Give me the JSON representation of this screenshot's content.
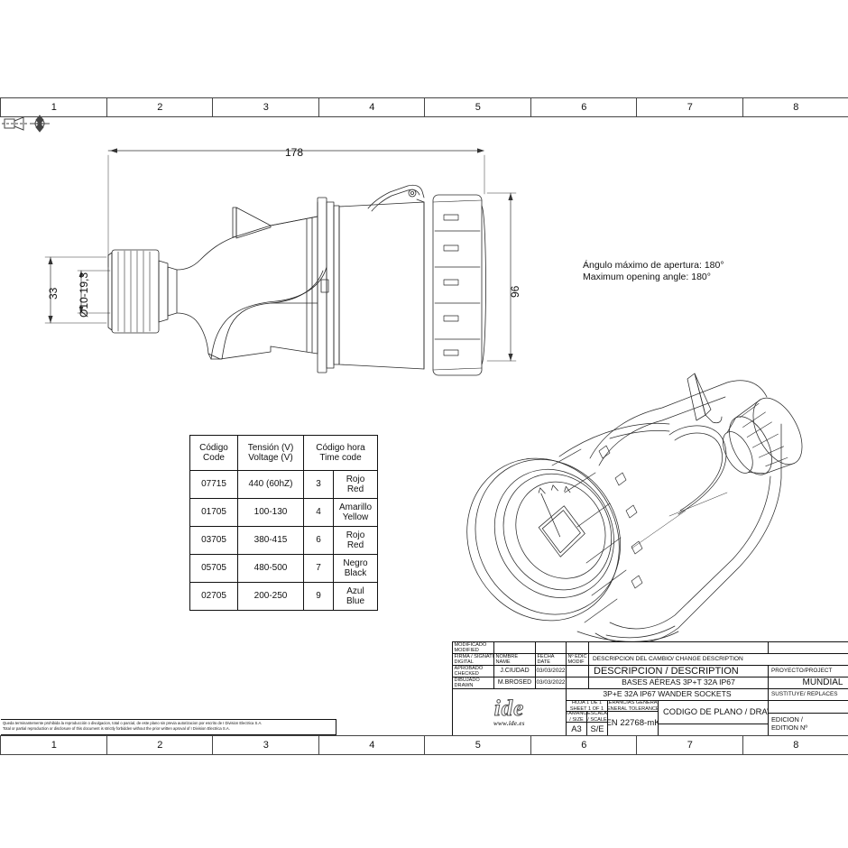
{
  "sheet": {
    "top_ruler": [
      "1",
      "2",
      "3",
      "4",
      "5",
      "6",
      "7",
      "8"
    ],
    "bottom_ruler": [
      "1",
      "2",
      "3",
      "4",
      "5",
      "6",
      "7",
      "8"
    ],
    "projection_symbol_icon": "first-angle-projection-icon",
    "center_mark_icon": "center-target-icon"
  },
  "drawing": {
    "dimensions": {
      "length": "178",
      "height": "96",
      "gland_height": "33",
      "cable_range": "Ø10-19,3"
    },
    "notes": {
      "line_es": "Ángulo máximo de apertura: 180°",
      "line_en": "Maximum opening angle: 180°"
    }
  },
  "code_table": {
    "headers": {
      "code_es": "Código",
      "code_en": "Code",
      "voltage_es": "Tensión (V)",
      "voltage_en": "Voltage (V)",
      "time_es": "Código hora",
      "time_en": "Time code"
    },
    "rows": [
      {
        "code": "07715",
        "voltage": "440 (60hZ)",
        "hour": "3",
        "color_es": "Rojo",
        "color_en": "Red"
      },
      {
        "code": "01705",
        "voltage": "100-130",
        "hour": "4",
        "color_es": "Amarillo",
        "color_en": "Yellow"
      },
      {
        "code": "03705",
        "voltage": "380-415",
        "hour": "6",
        "color_es": "Rojo",
        "color_en": "Red"
      },
      {
        "code": "05705",
        "voltage": "480-500",
        "hour": "7",
        "color_es": "Negro",
        "color_en": "Black"
      },
      {
        "code": "02705",
        "voltage": "200-250",
        "hour": "9",
        "color_es": "Azul",
        "color_en": "Blue"
      }
    ]
  },
  "title_block": {
    "modified_es": "MODIFICADO",
    "modified_en": "MODIFIED",
    "signature_es": "FIRMA / SIGNATURE",
    "signature_en": "DIGITAL",
    "name_es": "NOMBRE",
    "name_en": "NAME",
    "date_es": "FECHA",
    "date_en": "DATE",
    "edic_es": "Nº EDIC",
    "edic_en": "MODIF",
    "change_description": "DESCRIPCION DEL CAMBIO/  CHANGE DESCRIPTION",
    "checked_es": "APROBADO",
    "checked_en": "CHECKED",
    "checked_name": "J.CIUDAD",
    "checked_date": "03/03/2022",
    "drawn_es": "DIBUJADO",
    "drawn_en": "DRAWN",
    "drawn_name": "M.BROSED",
    "drawn_date": "03/03/2022",
    "description_header": "DESCRIPCION / DESCRIPTION",
    "description_es": "BASES AÉREAS 3P+T 32A IP67",
    "description_en": "3P+E 32A IP67 WANDER  SOCKETS",
    "drawing_code_header": "CODIGO DE PLANO / DRAWING CODE",
    "sheet_es": "HOJA 1 DE 1",
    "sheet_en": "SHEET 1 OF 1",
    "tolerances_es": "TOLERANCIAS GENERALES",
    "tolerances_en": "GENERAL TOLERANCES",
    "size_es": "TAMAÑO",
    "size_en": "/ SIZE",
    "scale_es": "ESCALA",
    "scale_en": "/ SCALE",
    "size_value": "A3",
    "scale_value": "S/E",
    "tolerance_standard": "EN 22768-mK",
    "project_label": "PROYECTO/PROJECT",
    "project_value": "MUNDIAL",
    "replaces_label": "SUSTITUYE/ REPLACES",
    "replaces_value": "",
    "edition_es": "EDICION /",
    "edition_en": "EDITION   Nº",
    "edition_value": "",
    "logo_text": "ide",
    "logo_url": "www.ide.es"
  },
  "legal": {
    "line_es": "Queda terminantemente prohibida la reproducción o divulgacion, total o parcial, de este plano sin previa autorizacion por escrito de I Division Electrica S.A.",
    "line_en": "Total or partial reproduction or disclosure of this document is strictly forbidden without the prior written aproval of I Division Electrica S.A."
  }
}
